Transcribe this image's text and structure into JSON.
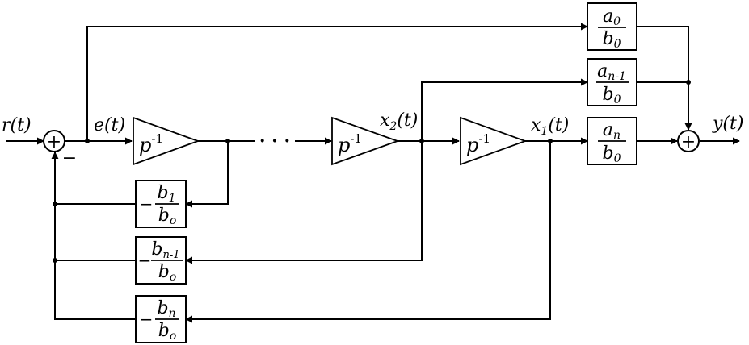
{
  "signals": {
    "input": "r(t)",
    "error": "e(t)",
    "state2": "x",
    "state2_sub": "2",
    "state2_arg": "(t)",
    "state1": "x",
    "state1_sub": "1",
    "state1_arg": "(t)",
    "output": "y(t)"
  },
  "summing_junctions": {
    "input_sign": "−",
    "plus_symbol": "+"
  },
  "integrators": {
    "base": "p",
    "exponent": "-1",
    "ellipsis": "· · ·"
  },
  "feedforward_gains": {
    "a0": {
      "num": "a",
      "num_sub": "0",
      "den": "b",
      "den_sub": "0"
    },
    "an1": {
      "num": "a",
      "num_sub": "n-1",
      "den": "b",
      "den_sub": "0"
    },
    "an": {
      "num": "a",
      "num_sub": "n",
      "den": "b",
      "den_sub": "0"
    }
  },
  "feedback_gains": {
    "b1": {
      "sign": "−",
      "num": "b",
      "num_sub": "1",
      "den": "b",
      "den_sub": "o"
    },
    "bn1": {
      "sign": "−",
      "num": "b",
      "num_sub": "n-1",
      "den": "b",
      "den_sub": "o"
    },
    "bn": {
      "sign": "−",
      "num": "b",
      "num_sub": "n",
      "den": "b",
      "den_sub": "o"
    }
  }
}
